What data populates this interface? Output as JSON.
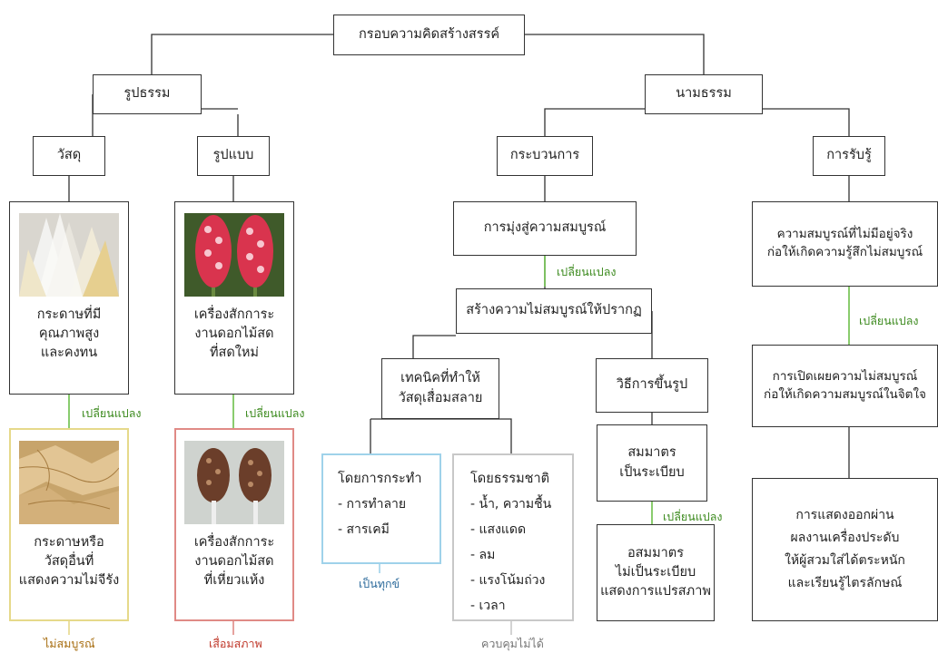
{
  "root": "กรอบความคิดสร้างสรรค์",
  "left": {
    "title": "รูปธรรม",
    "material": {
      "title": "วัสดุ",
      "before": {
        "text": "กระดาษที่มี\nคุณภาพสูง\nและคงทน",
        "image": "paper-sheets-fan"
      },
      "change_label": "เปลี่ยนแปลง",
      "after": {
        "text": "กระดาษหรือ\nวัสดุอื่นที่\nแสดงความไม่จีรัง",
        "image": "crumpled-paper"
      },
      "result_label": "ไม่สมบูรณ์"
    },
    "form": {
      "title": "รูปแบบ",
      "before": {
        "text": "เครื่องสักการะ\nงานดอกไม้สด\nที่สดใหม่",
        "image": "fresh-red-flowers"
      },
      "change_label": "เปลี่ยนแปลง",
      "after": {
        "text": "เครื่องสักการะ\nงานดอกไม้สด\nที่เหี่ยวแห้ง",
        "image": "wilted-dry-flowers"
      },
      "result_label": "เสื่อมสภาพ"
    }
  },
  "right": {
    "title": "นามธรรม",
    "process": {
      "title": "กระบวนการ",
      "step1": "การมุ่งสู่ความสมบูรณ์",
      "change_label": "เปลี่ยนแปลง",
      "step2": "สร้างความไม่สมบูรณ์ให้ปรากฏ",
      "technique": {
        "title": "เทคนิคที่ทำให้\nวัสดุเสื่อมสลาย",
        "human": {
          "title": "โดยการกระทำ",
          "items": [
            "- การทำลาย",
            "- สารเคมี"
          ],
          "result_label": "เป็นทุกข์"
        },
        "nature": {
          "title": "โดยธรรมชาติ",
          "items": [
            "- น้ำ, ความชื้น",
            "- แสงแดด",
            "- ลม",
            "- แรงโน้มถ่วง",
            "- เวลา"
          ],
          "result_label": "ควบคุมไม่ได้"
        }
      },
      "forming": {
        "title": "วิธีการขึ้นรูป",
        "symmetric": "สมมาตร\nเป็นระเบียบ",
        "change_label": "เปลี่ยนแปลง",
        "asymmetric": "อสมมาตร\nไม่เป็นระเบียบ\nแสดงการแปรสภาพ"
      }
    },
    "perception": {
      "title": "การรับรู้",
      "step1": "ความสมบูรณ์ที่ไม่มีอยู่จริง\nก่อให้เกิดความรู้สึกไม่สมบูรณ์",
      "change_label": "เปลี่ยนแปลง",
      "step2": "การเปิดเผยความไม่สมบูรณ์\nก่อให้เกิดความสมบูรณ์ในจิตใจ",
      "step3": "การแสดงออกผ่าน\nผลงานเครื่องประดับ\nให้ผู้สวมใส่ได้ตระหนัก\nและเรียนรู้ไตรลักษณ์"
    }
  },
  "colors": {
    "line": "#333333",
    "green": "#6cc04a",
    "blue": "#9fd2ea",
    "yellow": "#e6d98a",
    "red": "#e08a86",
    "grey": "#c8c8c8"
  }
}
